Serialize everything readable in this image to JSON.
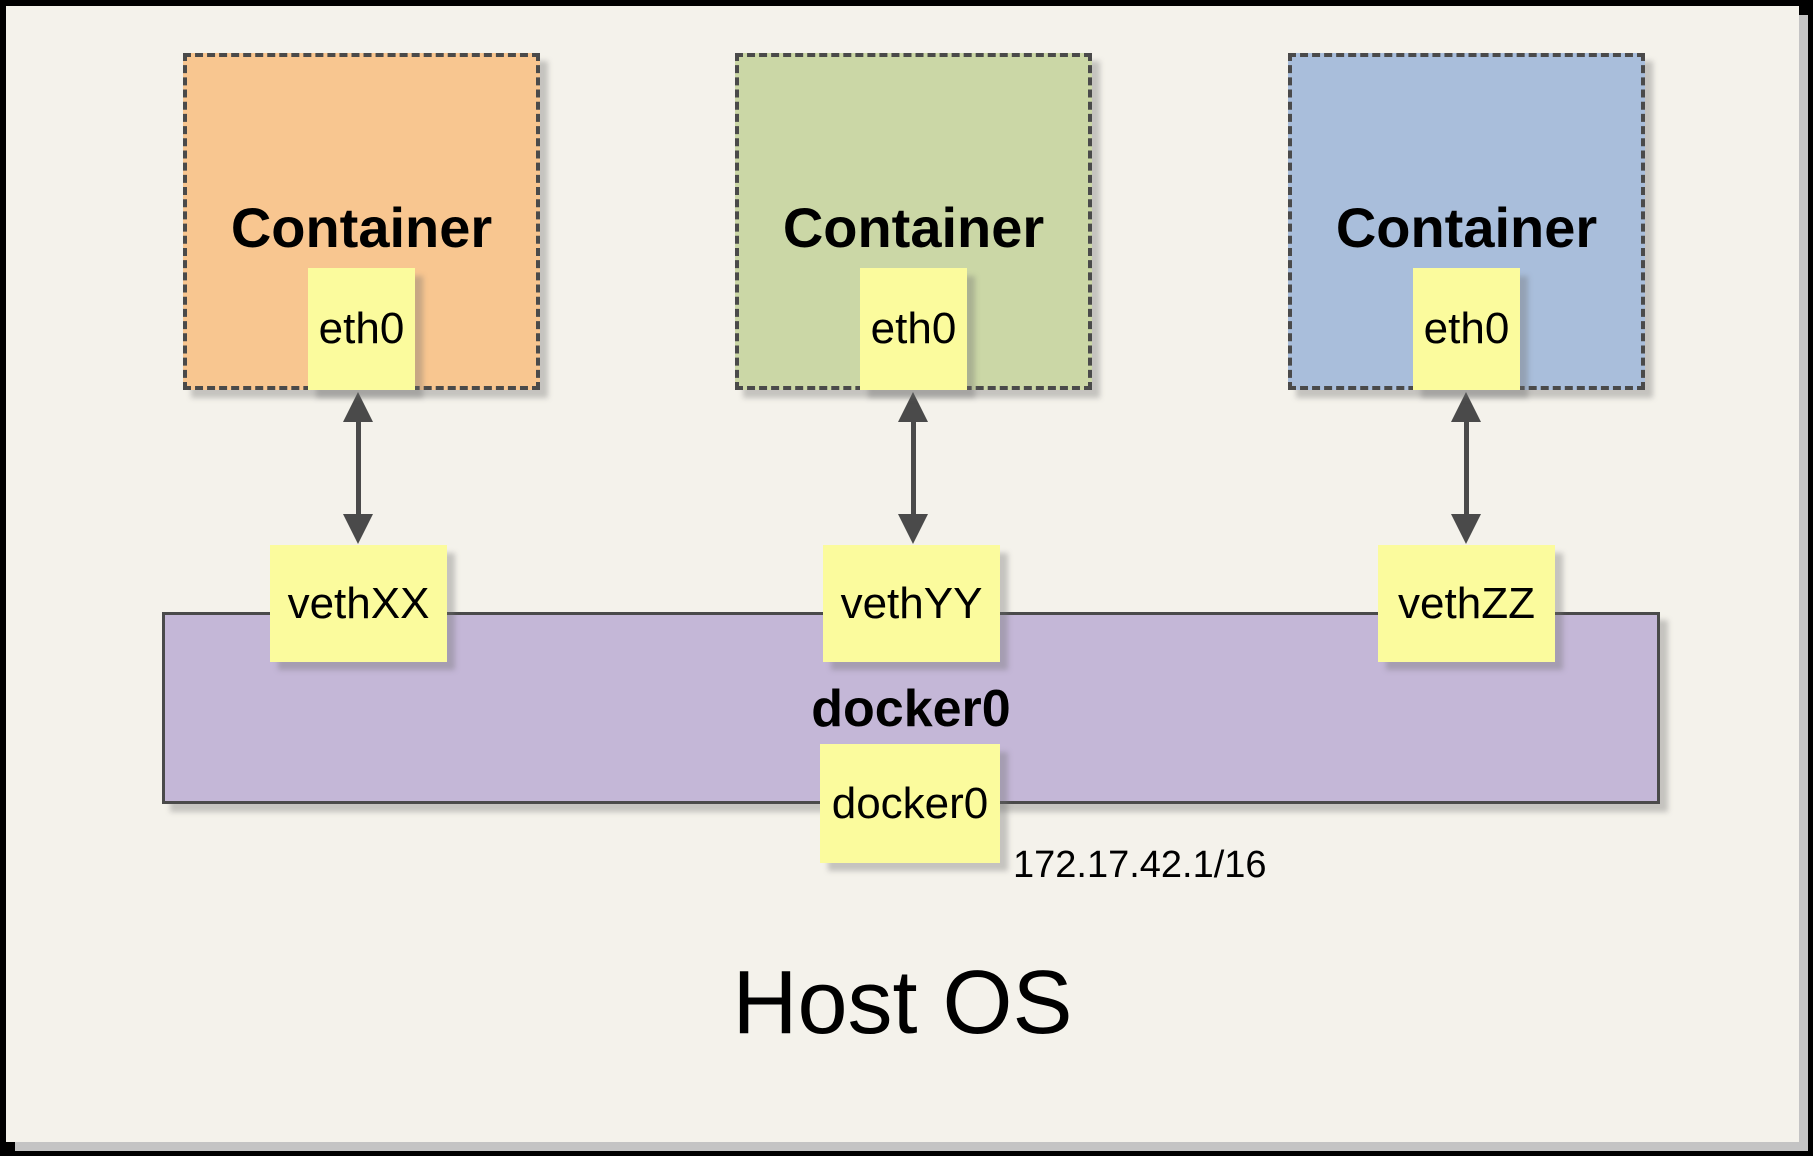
{
  "colors": {
    "frame": "#000000",
    "page_background": "#F4F2EB",
    "container_orange": "#F8C690",
    "container_green": "#CBD7A6",
    "container_blue": "#A9BEDB",
    "interface_yellow": "#FBFB9D",
    "bridge_purple": "#C4B7D7",
    "line_gray": "#4A4A4A",
    "shadow_gray": "#C4C4C4"
  },
  "containers": [
    {
      "label": "Container",
      "interface": "eth0"
    },
    {
      "label": "Container",
      "interface": "eth0"
    },
    {
      "label": "Container",
      "interface": "eth0"
    }
  ],
  "veth_interfaces": [
    {
      "label": "vethXX"
    },
    {
      "label": "vethYY"
    },
    {
      "label": "vethZZ"
    }
  ],
  "bridge": {
    "label": "docker0",
    "interface": "docker0",
    "ip": "172.17.42.1/16"
  },
  "host": {
    "label": "Host OS"
  }
}
